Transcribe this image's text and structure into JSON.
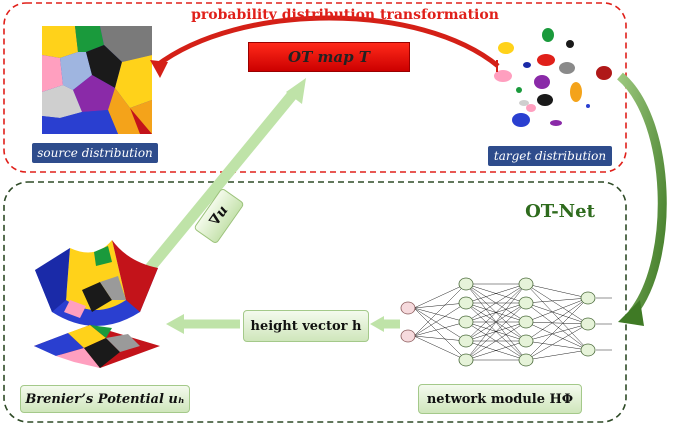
{
  "top_section": {
    "title": "probability distribution transformation",
    "ot_map_label": "OT map T",
    "source_label": "source distribution",
    "target_label": "target distribution"
  },
  "bottom_section": {
    "title": "OT-Net",
    "gradient_label": "∇u",
    "height_vector_label": "height vector h",
    "brenier_label": "Brenier’s Potential uₕ",
    "network_label": "network module HΦ"
  },
  "colors": {
    "top_frame": "#e0201a",
    "bottom_frame": "#2e4a26",
    "label_bg": "#2e4c8c",
    "arrow_red": "#d42017",
    "arrow_green": "#5a8f3c",
    "arrow_light_green": "#bfe3a8"
  }
}
